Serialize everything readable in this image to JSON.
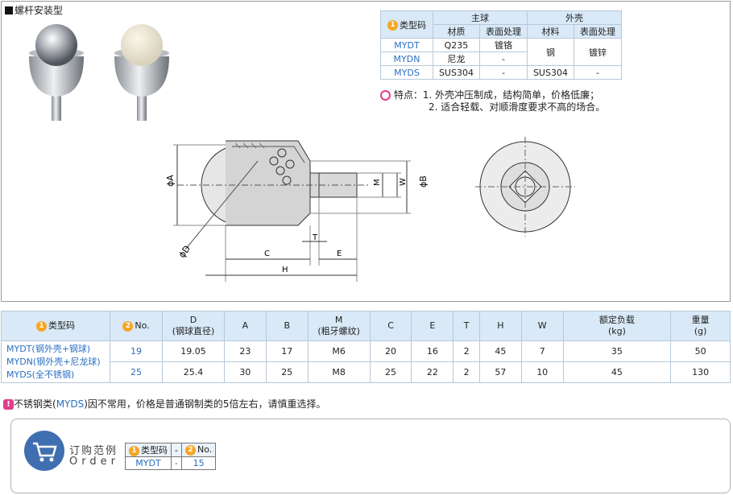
{
  "heading": "螺杆安装型",
  "material_table": {
    "type_code_label": "类型码",
    "type_code_num": "1",
    "main_ball": "主球",
    "housing": "外壳",
    "sub_headers": [
      "材质",
      "表面处理",
      "材料",
      "表面处理"
    ],
    "rows": [
      {
        "code": "MYDT",
        "ball_material": "Q235",
        "ball_surface": "镀铬"
      },
      {
        "code": "MYDN",
        "ball_material": "尼龙",
        "ball_surface": "-"
      },
      {
        "code": "MYDS",
        "ball_material": "SUS304",
        "ball_surface": "-",
        "housing_material": "SUS304",
        "housing_surface": "-"
      }
    ],
    "shared_housing_material": "钢",
    "shared_housing_surface": "镀锌"
  },
  "features": {
    "label": "特点：",
    "line1": "1. 外壳冲压制成，结构简单，价格低廉；",
    "line2": "2. 适合轻载、对顺滑度要求不高的场合。"
  },
  "drawing_labels": {
    "phiA": "ϕA",
    "phiB": "ϕB",
    "phiD": "ϕD",
    "M": "M",
    "W": "W",
    "T": "T",
    "C": "C",
    "E": "E",
    "H": "H"
  },
  "spec_table": {
    "headers": {
      "type_code": "类型码",
      "no": "No.",
      "D": "D",
      "D_sub": "(钢球直径)",
      "A": "A",
      "B": "B",
      "M": "M",
      "M_sub": "(粗牙螺纹)",
      "C": "C",
      "E": "E",
      "T": "T",
      "H": "H",
      "W": "W",
      "load": "额定负载",
      "load_unit": "(kg)",
      "weight": "重量",
      "weight_unit": "(g)"
    },
    "type_codes": [
      "MYDT(钢外壳+钢球)",
      "MYDN(钢外壳+尼龙球)",
      "MYDS(全不锈钢)"
    ],
    "rows": [
      {
        "no": "19",
        "D": "19.05",
        "A": "23",
        "B": "17",
        "M": "M6",
        "C": "20",
        "E": "16",
        "T": "2",
        "H": "45",
        "W": "7",
        "load": "35",
        "weight": "50"
      },
      {
        "no": "25",
        "D": "25.4",
        "A": "30",
        "B": "25",
        "M": "M8",
        "C": "25",
        "E": "22",
        "T": "2",
        "H": "57",
        "W": "10",
        "load": "45",
        "weight": "130"
      }
    ]
  },
  "note": {
    "pre": "不锈钢类(",
    "code": "MYDS",
    "post": ")因不常用，价格是普通钢制类的5倍左右，请慎重选择。"
  },
  "order": {
    "title": "订购范例",
    "subtitle": "Order",
    "type_code_label": "类型码",
    "no_label": "No.",
    "dash": "-",
    "example_code": "MYDT",
    "example_no": "15"
  },
  "colors": {
    "accent": "#2a6fc1",
    "header_bg": "#d9e9f7",
    "badge": "#f5a623",
    "warn": "#e23d8b"
  }
}
